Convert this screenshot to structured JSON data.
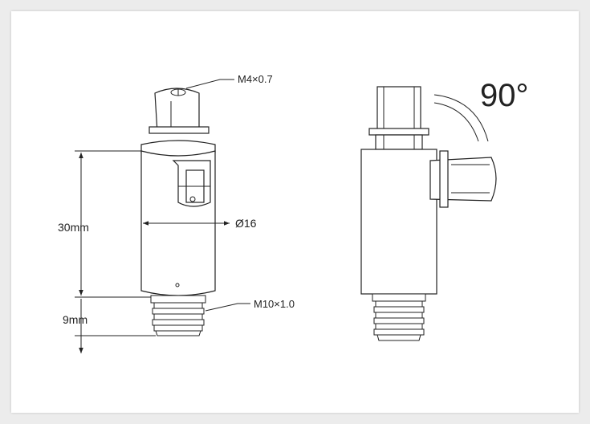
{
  "labels": {
    "callout_top": "M4×0.7",
    "callout_bottom": "M10×1.0",
    "dim_diameter": "Ø16",
    "dim_length": "30mm",
    "dim_thread": "9mm",
    "rotation_angle": "90°"
  },
  "colors": {
    "line": "#222222",
    "background": "#ffffff",
    "border": "#ececec"
  }
}
